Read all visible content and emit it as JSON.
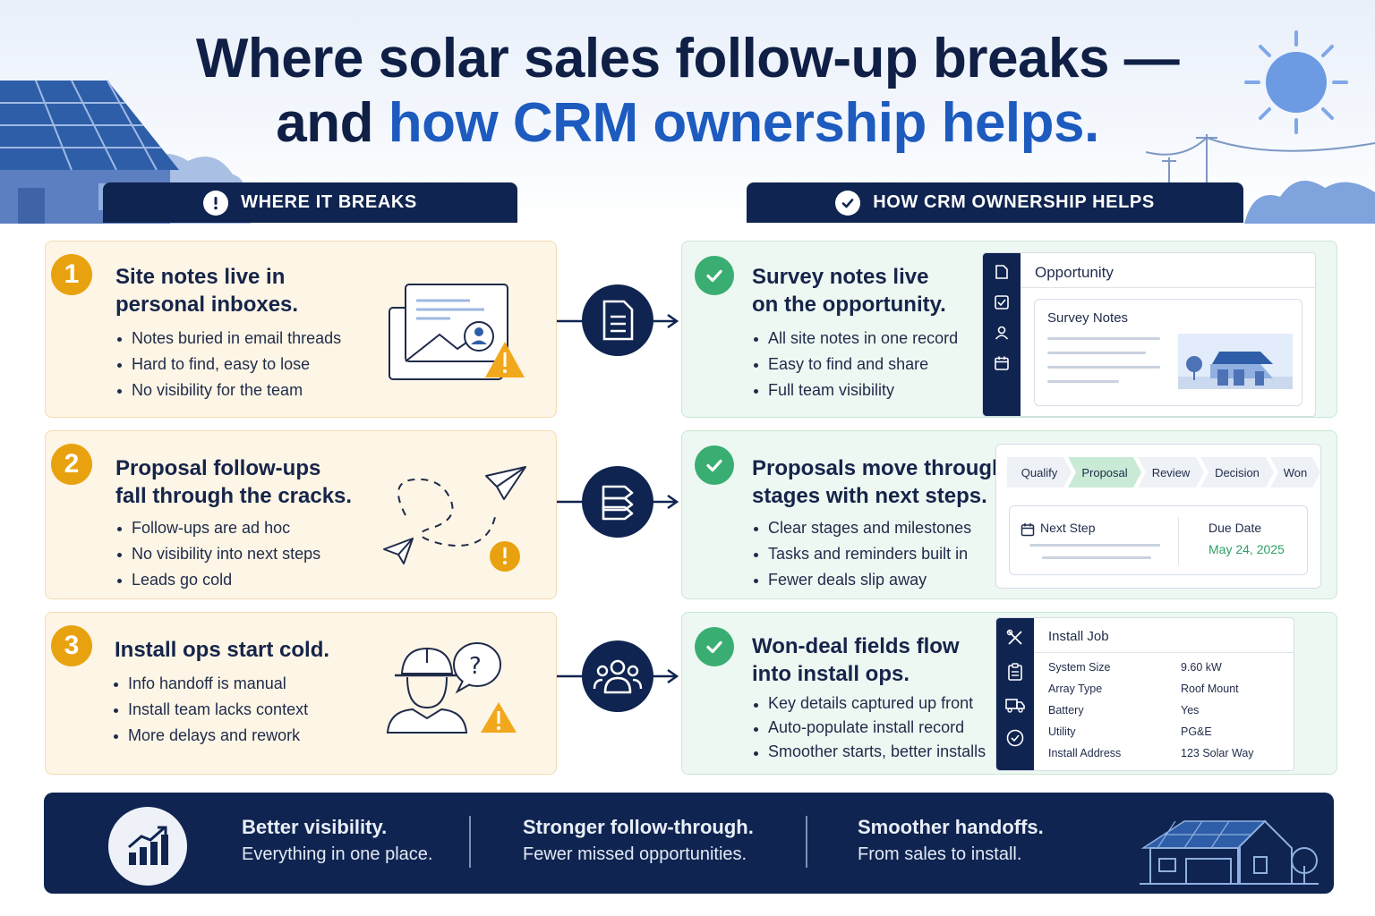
{
  "title": {
    "line1": "Where solar sales follow-up breaks —",
    "line2_prefix": "and ",
    "line2_accent": "how CRM ownership helps."
  },
  "columns": {
    "left_header": "WHERE IT BREAKS",
    "right_header": "HOW CRM OWNERSHIP HELPS"
  },
  "problems": [
    {
      "number": "1",
      "title_line1": "Site notes live in",
      "title_line2": "personal inboxes.",
      "bullets": [
        "Notes buried in email threads",
        "Hard to find, easy to lose",
        "No visibility for the team"
      ]
    },
    {
      "number": "2",
      "title_line1": "Proposal follow-ups",
      "title_line2": "fall through the cracks.",
      "bullets": [
        "Follow-ups are ad hoc",
        "No visibility into next steps",
        "Leads go cold"
      ]
    },
    {
      "number": "3",
      "title_line1": "Install ops start cold.",
      "title_line2": "",
      "bullets": [
        "Info handoff is manual",
        "Install team lacks context",
        "More delays and rework"
      ]
    }
  ],
  "solutions": [
    {
      "title_line1": "Survey notes live",
      "title_line2": "on the opportunity.",
      "bullets": [
        "All site notes in one record",
        "Easy to find and share",
        "Full team visibility"
      ]
    },
    {
      "title_line1": "Proposals move through",
      "title_line2": "stages with next steps.",
      "bullets": [
        "Clear stages and milestones",
        "Tasks and reminders built in",
        "Fewer deals slip away"
      ]
    },
    {
      "title_line1": "Won-deal fields flow",
      "title_line2": "into install ops.",
      "bullets": [
        "Key details captured up front",
        "Auto-populate install record",
        "Smoother starts, better installs"
      ]
    }
  ],
  "opportunity_panel": {
    "title": "Opportunity",
    "section": "Survey Notes"
  },
  "pipeline_panel": {
    "stages": [
      "Qualify",
      "Proposal",
      "Review",
      "Decision",
      "Won"
    ],
    "active_stage": "Proposal",
    "next_step_label": "Next Step",
    "due_label": "Due Date",
    "due_value": "May 24, 2025",
    "due_color": "#2f9e63"
  },
  "install_panel": {
    "title": "Install Job",
    "rows": [
      {
        "label": "System Size",
        "value": "9.60 kW"
      },
      {
        "label": "Array Type",
        "value": "Roof Mount"
      },
      {
        "label": "Battery",
        "value": "Yes"
      },
      {
        "label": "Utility",
        "value": "PG&E"
      },
      {
        "label": "Install Address",
        "value": "123 Solar Way"
      }
    ]
  },
  "footer": [
    {
      "title": "Better visibility.",
      "sub": "Everything in one place."
    },
    {
      "title": "Stronger follow-through.",
      "sub": "Fewer missed opportunities."
    },
    {
      "title": "Smoother handoffs.",
      "sub": "From sales to install."
    }
  ],
  "colors": {
    "navy": "#0f2450",
    "accent_blue": "#1d5bbf",
    "warning_orange": "#e9a20f",
    "success_green": "#3aae72"
  },
  "icons": [
    "warning-icon",
    "check-icon",
    "document-icon",
    "stages-icon",
    "team-icon",
    "chart-growth-icon",
    "house-solar-icon",
    "sun-icon"
  ]
}
